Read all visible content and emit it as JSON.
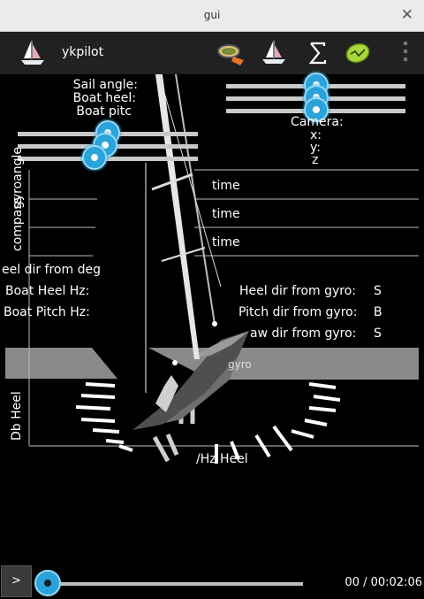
{
  "window": {
    "title": "gui"
  },
  "toolbar": {
    "app_name": "ykpilot",
    "icons": [
      "sailboat-icon",
      "compass-plot-icon",
      "boat-icon",
      "sigma-icon",
      "gps-icon",
      "overflow-menu-icon"
    ]
  },
  "overlay": {
    "sail_angle": "Sail angle:",
    "boat_heel": "Boat heel:",
    "boat_pitch": "Boat pitc",
    "camera": "Camera:",
    "cam_x": "x:",
    "cam_y": "y:",
    "cam_z": "z",
    "compass_label": "compass",
    "gyroangle_label": "gyroangle",
    "time1": "time",
    "time2": "time",
    "time3": "time",
    "heel_dir_from_deg": "eel dir from deg",
    "boat_heel_hz": "Boat Heel Hz:",
    "boat_pitch_hz": "Boat Pitch Hz:",
    "heel_dir_from_gyro": "Heel dir from gyro:",
    "heel_dir_value": "S",
    "pitch_dir_from_gyro": "Pitch dir from gyro:",
    "pitch_dir_value": "B",
    "yaw_dir_from_gyro": "aw dir from gyro:",
    "yaw_dir_value": "S",
    "db_heel": "Db Heel",
    "hz_heel": "/Hz Heel",
    "gyro_fragment": "gyro"
  },
  "playback": {
    "play_label": ">",
    "timecode": "00 / 00:02:06",
    "progress": 0.0
  },
  "colors": {
    "accent": "#29a3d9",
    "toolbar_bg": "#212121",
    "titlebar_bg": "#ebebeb",
    "band": "#8a8a8a"
  }
}
